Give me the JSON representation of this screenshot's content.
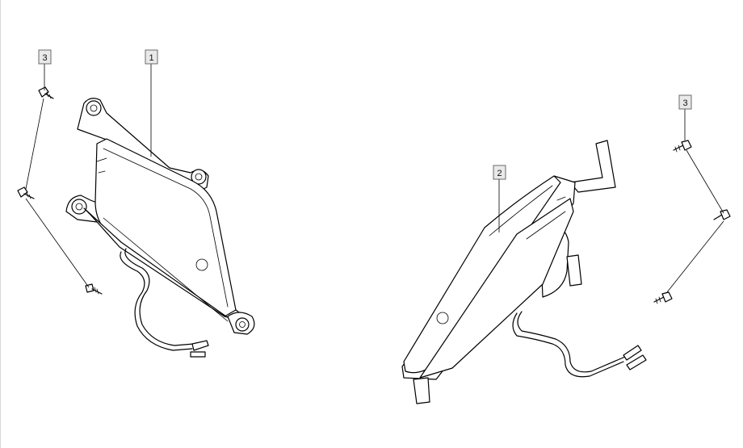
{
  "diagram": {
    "callouts": [
      {
        "id": "callout-1",
        "label": "1"
      },
      {
        "id": "callout-2",
        "label": "2"
      },
      {
        "id": "callout-3-left",
        "label": "3"
      },
      {
        "id": "callout-3-right",
        "label": "3"
      }
    ],
    "parts": [
      {
        "name": "left-lamp-housing",
        "callout": "1"
      },
      {
        "name": "right-lamp-housing",
        "callout": "2"
      },
      {
        "name": "screws",
        "callout": "3"
      }
    ]
  }
}
